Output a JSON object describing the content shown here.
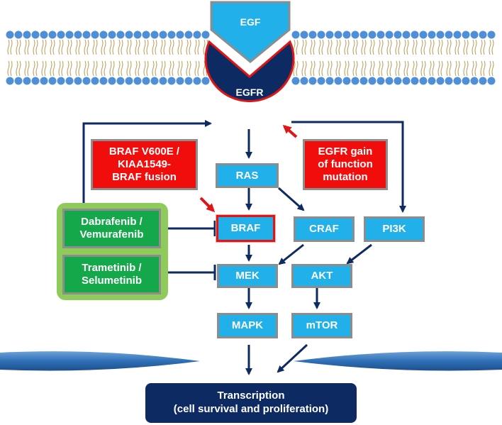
{
  "colors": {
    "navy": "#0e2a63",
    "node_blue": "#21b0ea",
    "highlight_red": "#e01515",
    "drug_green": "#15a84a",
    "panel_green": "#8fcb5b",
    "membrane_head": "#4f8fd8"
  },
  "receptor": {
    "ligand": "EGF",
    "receptor": "EGFR"
  },
  "annotations": {
    "braf_mutation_lines": [
      "BRAF V600E /",
      "KIAA1549-",
      "BRAF fusion"
    ],
    "egfr_mutation_lines": [
      "EGFR gain",
      "of function",
      "mutation"
    ]
  },
  "drugs": {
    "raf_inhibitor_lines": [
      "Dabrafenib /",
      "Vemurafenib"
    ],
    "mek_inhibitor_lines": [
      "Trametinib /",
      "Selumetinib"
    ]
  },
  "pathway": {
    "ras": "RAS",
    "braf": "BRAF",
    "craf": "CRAF",
    "pi3k": "PI3K",
    "mek": "MEK",
    "akt": "AKT",
    "mapk": "MAPK",
    "mtor": "mTOR"
  },
  "output": {
    "title": "Transcription",
    "subtitle": "(cell survival and proliferation)"
  }
}
